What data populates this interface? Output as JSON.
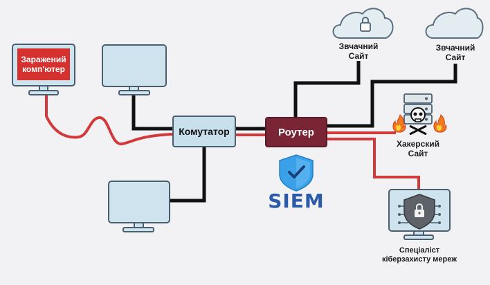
{
  "nodes": {
    "infected_pc": {
      "label": "Заражений комп'ютер"
    },
    "switch": {
      "label": "Комутатор"
    },
    "router": {
      "label": "Роутер"
    },
    "siem": {
      "label": "SIEM"
    },
    "normal_site_1": {
      "label_line1": "Звчачний",
      "label_line2": "Сайт"
    },
    "normal_site_2": {
      "label_line1": "Звчачний",
      "label_line2": "Сайт"
    },
    "hacker_site": {
      "label_line1": "Хакерский",
      "label_line2": "Сайт"
    },
    "specialist": {
      "label_line1": "Спеціаліст",
      "label_line2": "кіберзахисту мереж"
    }
  },
  "colors": {
    "background": "#f2f2f4",
    "monitor_fill": "#cfe3ee",
    "monitor_stroke": "#4a5f6e",
    "infected_screen": "#d5312f",
    "switch_fill": "#c8e0ec",
    "router_fill": "#7a2535",
    "link_normal": "#111111",
    "link_malicious": "#d1393a",
    "siem_blue": "#3aa0e8",
    "siem_text": "#2b5aa6"
  },
  "icons": [
    "cloud-icon",
    "lock-icon",
    "server-icon",
    "skull-icon",
    "fire-icon",
    "shield-check-icon",
    "shield-lock-icon"
  ]
}
